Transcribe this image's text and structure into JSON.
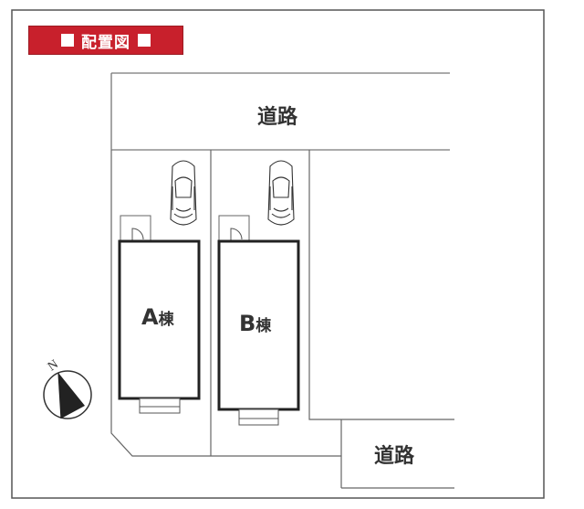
{
  "title": {
    "label": "配置図",
    "badge_color": "#c8202c"
  },
  "roads": [
    {
      "id": "top",
      "label": "道路"
    },
    {
      "id": "bottom",
      "label": "道路"
    }
  ],
  "buildings": [
    {
      "id": "A",
      "letter": "A",
      "suffix": "棟"
    },
    {
      "id": "B",
      "letter": "B",
      "suffix": "棟"
    }
  ],
  "compass": {
    "label": "N",
    "icon": "north-arrow-icon"
  },
  "parking": [
    {
      "lot": "A",
      "icon": "car-icon"
    },
    {
      "lot": "B",
      "icon": "car-icon"
    }
  ],
  "colors": {
    "line": "#555555",
    "building_wall": "#222222",
    "text": "#333333"
  }
}
